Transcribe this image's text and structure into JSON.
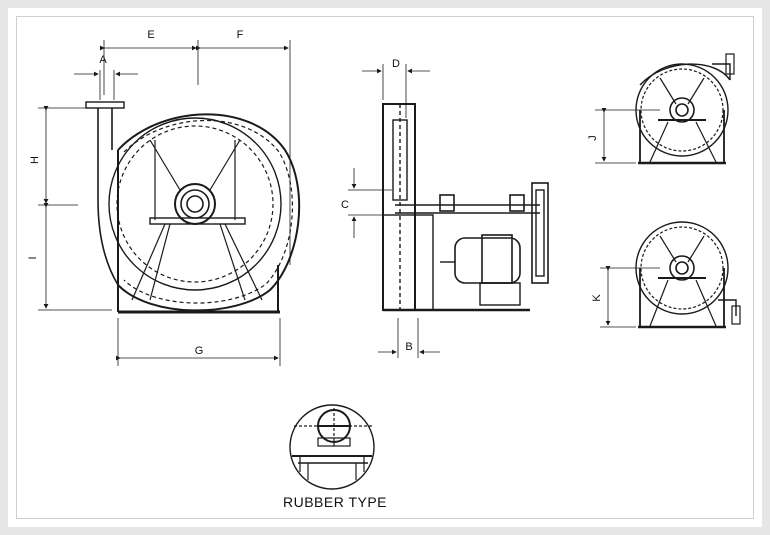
{
  "dimension_labels": {
    "a": "A",
    "e": "E",
    "f": "F",
    "h": "H",
    "i": "I",
    "g": "G",
    "d": "D",
    "c": "C",
    "b": "B",
    "j": "J",
    "k": "K"
  },
  "caption": "RUBBER TYPE",
  "colors": {
    "line": "#1a1a1a",
    "frame": "#e6e6e6"
  }
}
